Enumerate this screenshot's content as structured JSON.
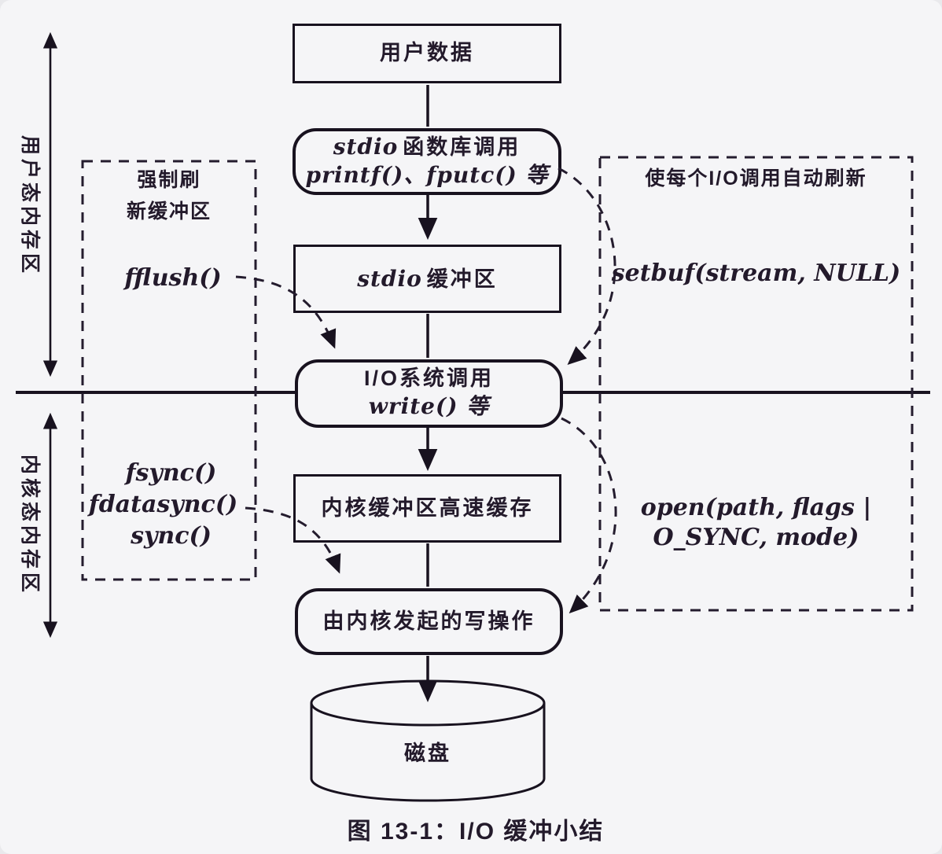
{
  "figure": {
    "caption": "图 13-1：I/O 缓冲小结"
  },
  "regions": {
    "user_space_label": "用户态内存区",
    "kernel_space_label": "内核态内存区"
  },
  "flow": {
    "user_data": "用户数据",
    "stdio_call": {
      "latin": "stdio",
      "cjk": "函数库调用",
      "line2": "printf()、fputc() 等"
    },
    "stdio_buffer": {
      "latin": "stdio",
      "cjk": "缓冲区"
    },
    "syscall": {
      "line1": "I/O系统调用",
      "line2": "write() 等"
    },
    "kernel_buffer": "内核缓冲区高速缓存",
    "kernel_write": "由内核发起的写操作",
    "disk": "磁盘"
  },
  "left_panel": {
    "title_line1": "强制刷",
    "title_line2": "新缓冲区",
    "fflush": "fflush()",
    "fsync": "fsync()",
    "fdatasync": "fdatasync()",
    "sync": "sync()"
  },
  "right_panel": {
    "title": "使每个I/O调用自动刷新",
    "setbuf": "setbuf(stream, NULL)",
    "open_line1": "open(path, flags |",
    "open_line2": "O_SYNC, mode)"
  },
  "colors": {
    "background": "#f5f5f7",
    "ink": "#231a2b",
    "line": "#18121f"
  }
}
